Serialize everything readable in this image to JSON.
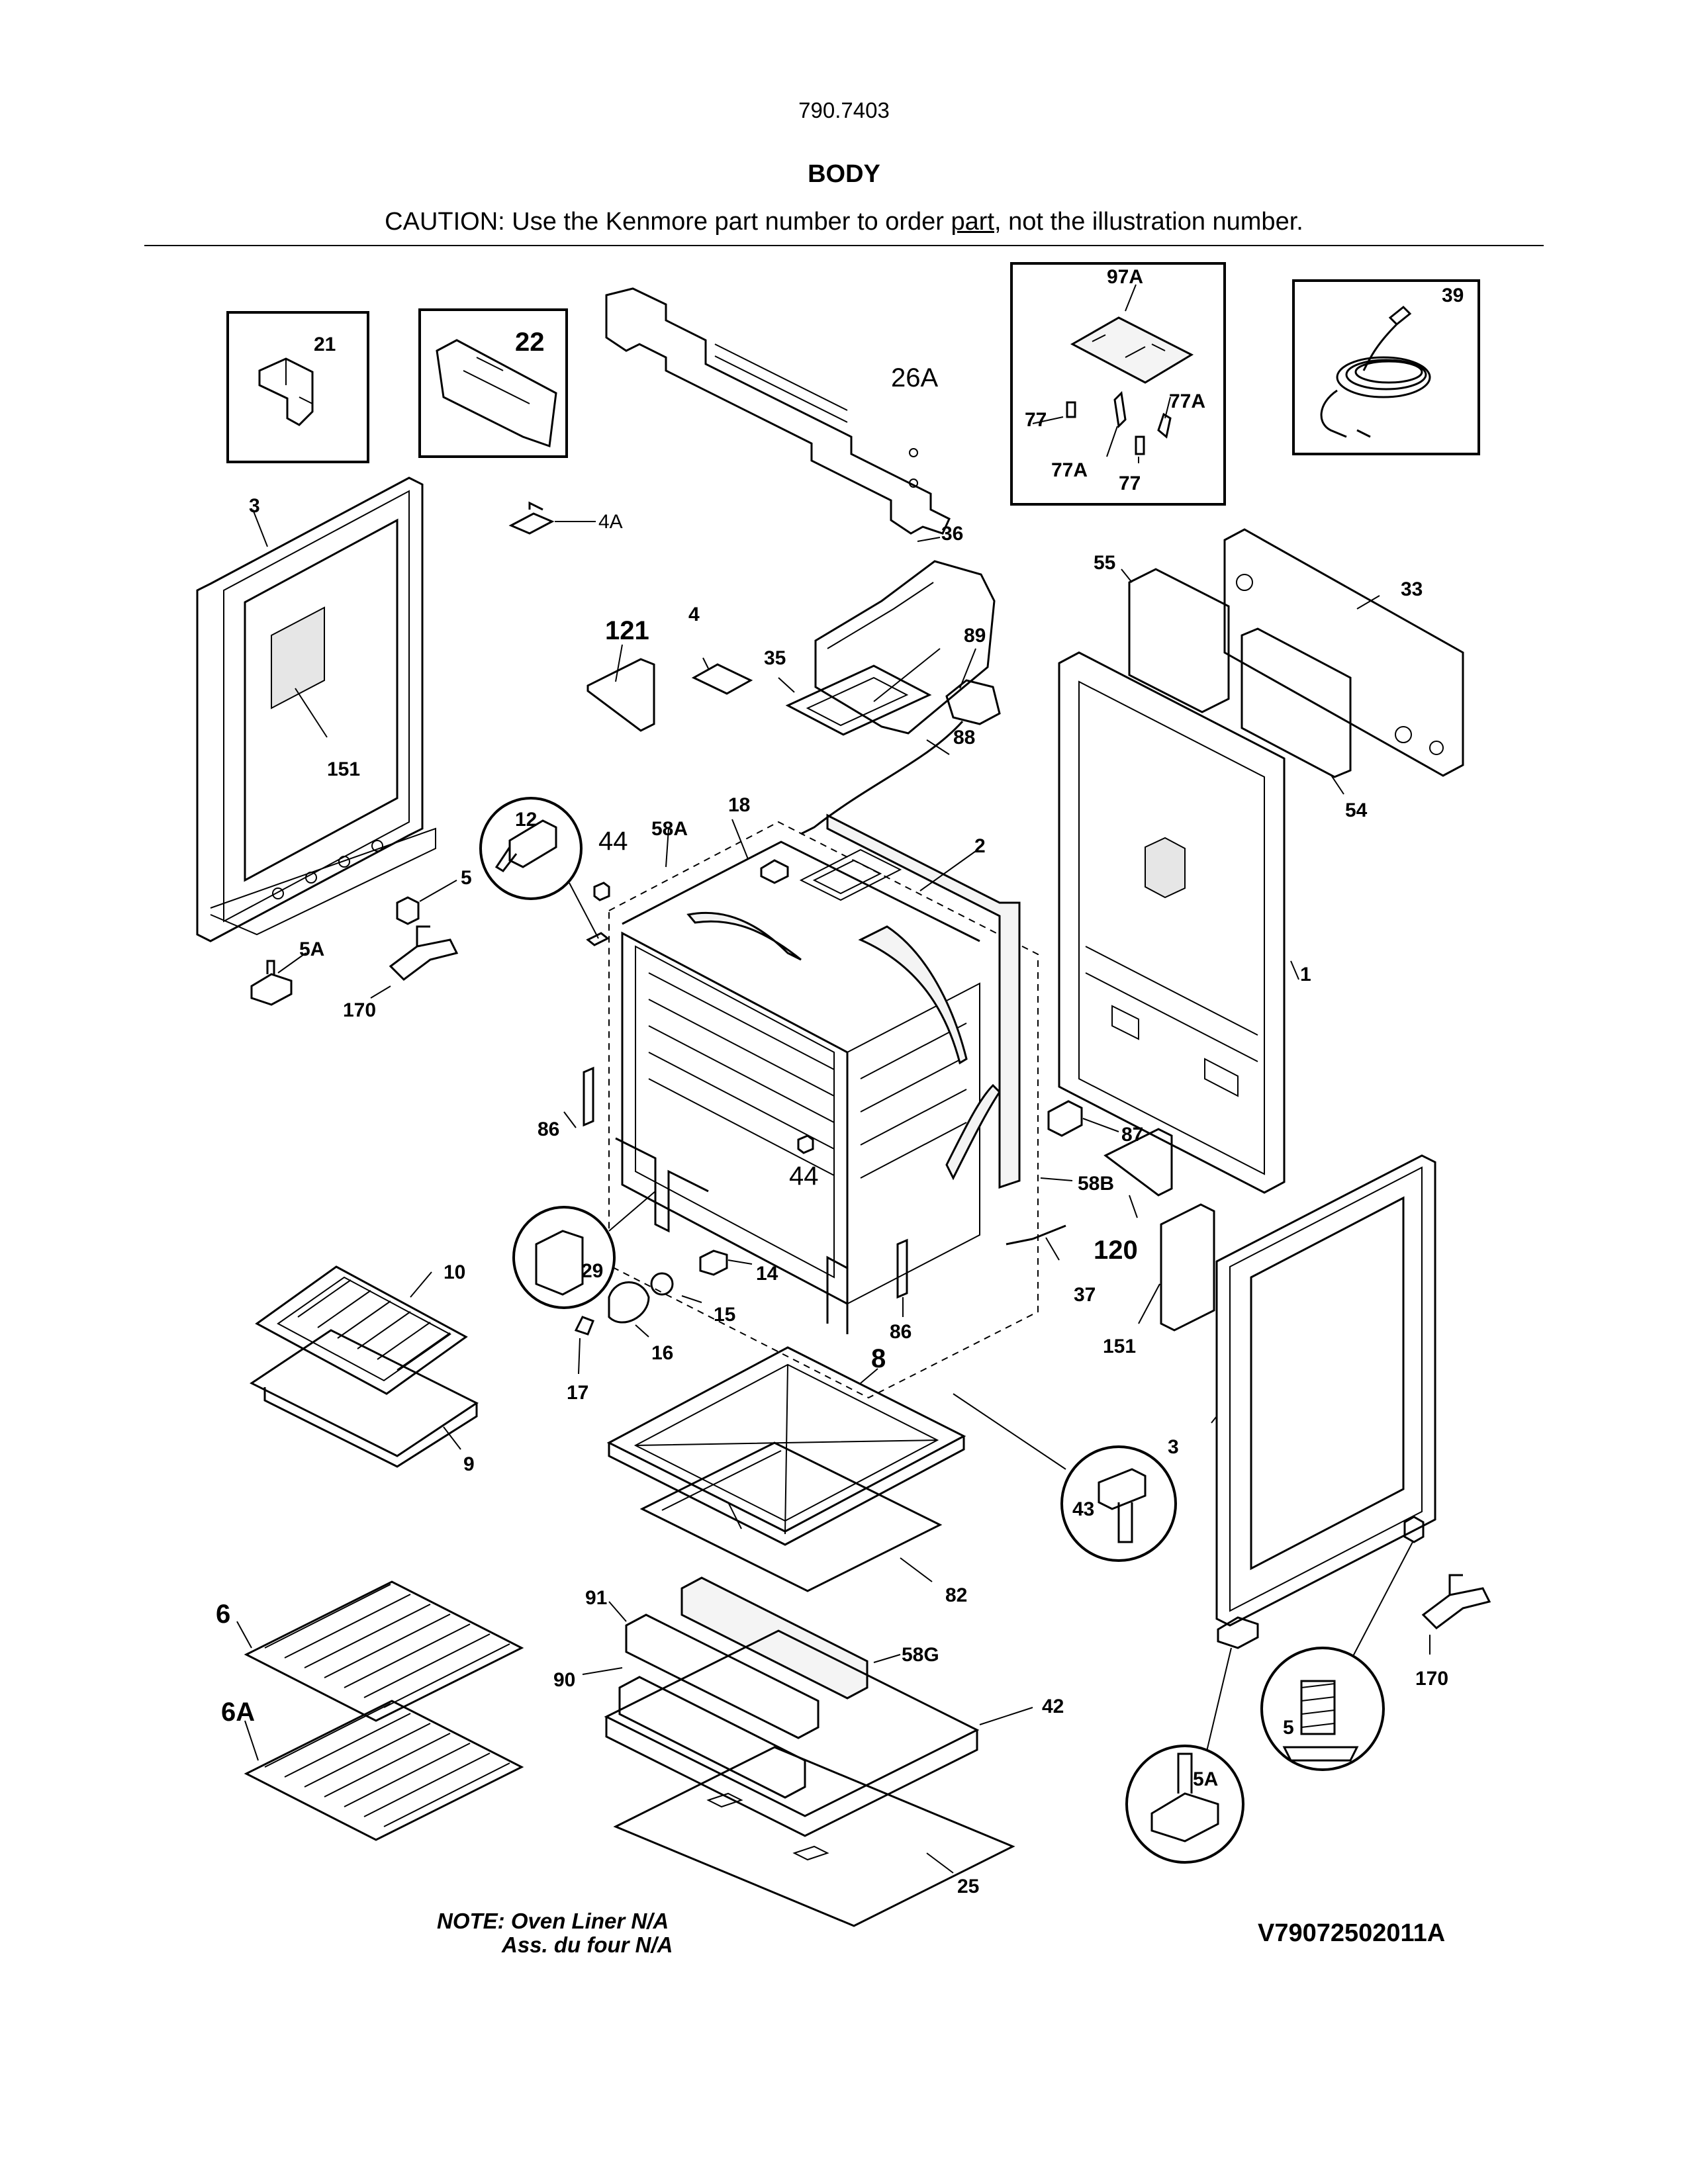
{
  "header": {
    "model_number": "790.7403",
    "section_title": "BODY",
    "caution_prefix": "CAUTION: Use the Kenmore part number to order ",
    "caution_underlined": "part",
    "caution_suffix": ", not the illustration number."
  },
  "callouts": {
    "p21": "21",
    "p22": "22",
    "p26A": "26A",
    "p97A": "97A",
    "p39": "39",
    "p77a": "77",
    "p77b": "77",
    "p77Aa": "77A",
    "p77Ab": "77A",
    "p3a": "3",
    "p3b": "3",
    "p4A": "4A",
    "p36": "36",
    "p55": "55",
    "p33": "33",
    "p121": "121",
    "p4": "4",
    "p35": "35",
    "p89": "89",
    "p88": "88",
    "p151a": "151",
    "p151b": "151",
    "p54": "54",
    "p12": "12",
    "p44a": "44",
    "p44b": "44",
    "p58A": "58A",
    "p18": "18",
    "p2": "2",
    "p5a": "5",
    "p5b": "5",
    "p5Aa": "5A",
    "p5Ab": "5A",
    "p1": "1",
    "p170a": "170",
    "p170b": "170",
    "p87": "87",
    "p86a": "86",
    "p86b": "86",
    "p58B": "58B",
    "p120": "120",
    "p10": "10",
    "p29": "29",
    "p14": "14",
    "p15": "15",
    "p16": "16",
    "p17": "17",
    "p37": "37",
    "p9": "9",
    "p8": "8",
    "p43": "43",
    "p82": "82",
    "p91": "91",
    "p6": "6",
    "p6A": "6A",
    "p58G": "58G",
    "p90": "90",
    "p42": "42",
    "p25": "25"
  },
  "notes": {
    "line1": "NOTE: Oven Liner N/A",
    "line2": "Ass. du four N/A"
  },
  "diagram_code": "V79072502011A"
}
